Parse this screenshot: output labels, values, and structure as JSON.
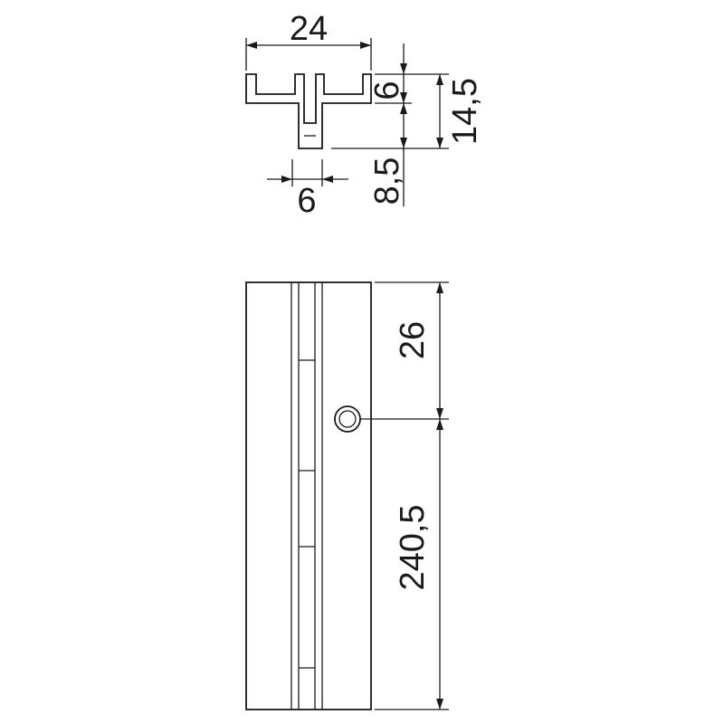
{
  "dimensions": {
    "profile_width": "24",
    "flange_height": "6",
    "total_height": "14,5",
    "stem_height": "8,5",
    "stem_width": "6",
    "hole_offset": "26",
    "remaining_length": "240,5"
  },
  "colors": {
    "line": "#1a1a1a",
    "background": "#ffffff"
  }
}
